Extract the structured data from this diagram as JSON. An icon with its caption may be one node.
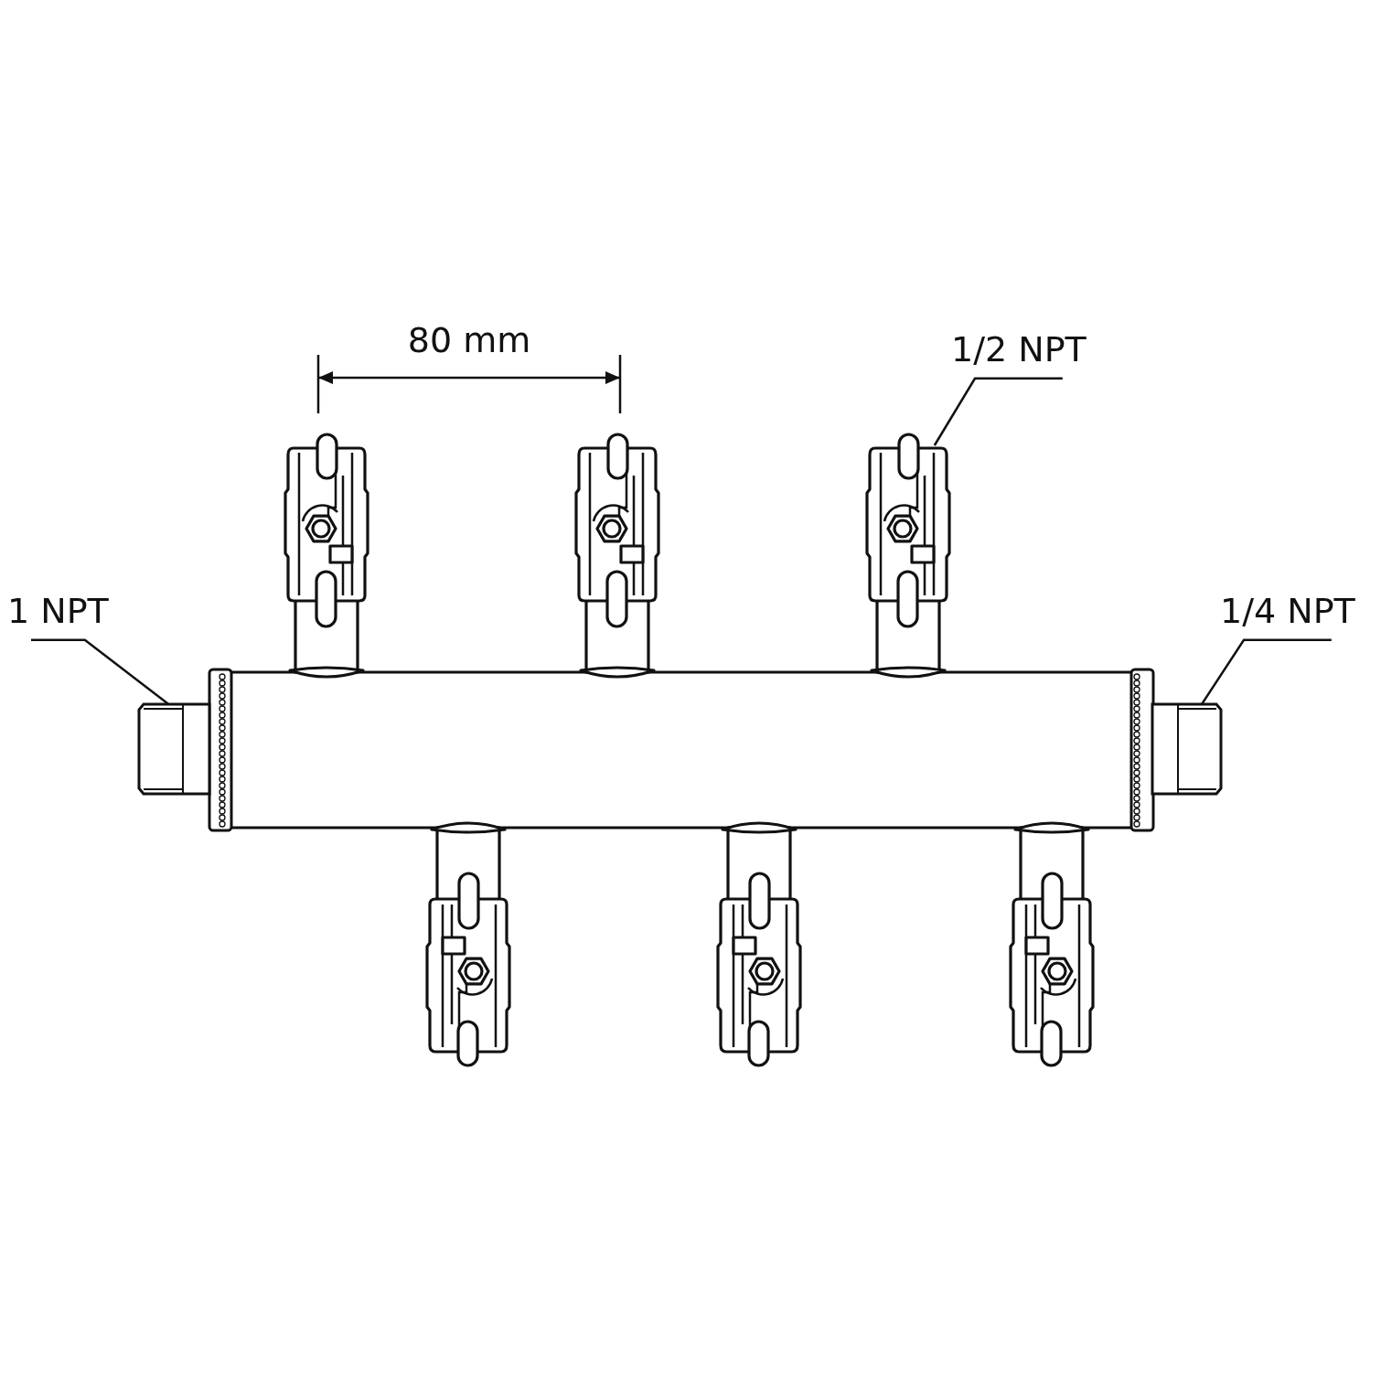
{
  "diagram": {
    "nodes": [
      {
        "text": [
          "1 NPT"
        ]
      },
      {
        "text": [
          "1/2 NPT"
        ]
      },
      {
        "text": [
          "1/4 NPT"
        ]
      },
      {
        "text": [],
        "shape": "picture"
      },
      {
        "text": [],
        "shape": "picture"
      },
      {
        "text": [],
        "shape": "picture"
      }
    ],
    "edges": [
      {
        "from": 0,
        "to": 3,
        "arrow": "none"
      },
      {
        "from": 1,
        "to": 4,
        "arrow": "none"
      },
      {
        "from": 2,
        "to": 5,
        "arrow": "none"
      }
    ],
    "labels": [
      "80 mm"
    ]
  }
}
